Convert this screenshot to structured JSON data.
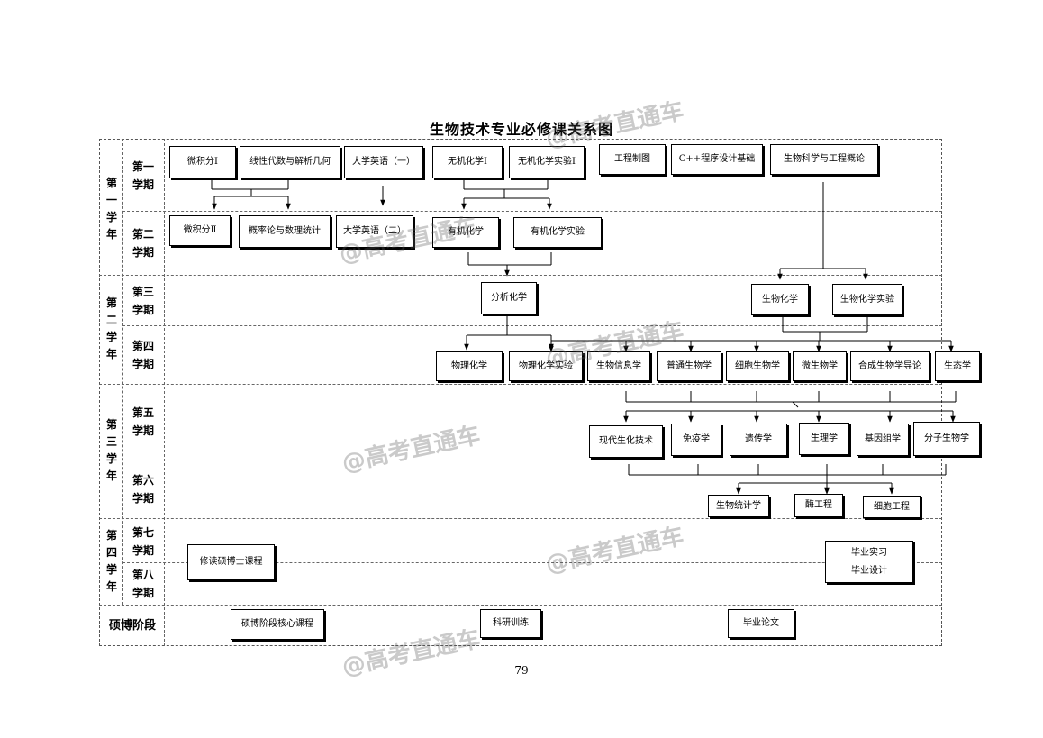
{
  "title": "生物技术专业必修课关系图",
  "page_number": "79",
  "watermark": "@高考直通车",
  "years": [
    {
      "chars": [
        "第",
        "一",
        "学",
        "年"
      ]
    },
    {
      "chars": [
        "第",
        "二",
        "学",
        "年"
      ]
    },
    {
      "chars": [
        "第",
        "三",
        "学",
        "年"
      ]
    },
    {
      "chars": [
        "第",
        "四",
        "学",
        "年"
      ]
    }
  ],
  "terms": [
    {
      "l1": "第一",
      "l2": "学期"
    },
    {
      "l1": "第二",
      "l2": "学期"
    },
    {
      "l1": "第三",
      "l2": "学期"
    },
    {
      "l1": "第四",
      "l2": "学期"
    },
    {
      "l1": "第五",
      "l2": "学期"
    },
    {
      "l1": "第六",
      "l2": "学期"
    },
    {
      "l1": "第七",
      "l2": "学期"
    },
    {
      "l1": "第八",
      "l2": "学期"
    }
  ],
  "stage_label": "硕博阶段",
  "courses": {
    "calc1": "微积分Ⅰ",
    "linalg": "线性代数与解析几何",
    "eng1": "大学英语（一）",
    "inorg": "无机化学Ⅰ",
    "inorg_lab": "无机化学实验Ⅰ",
    "drawing": "工程制图",
    "cpp": "C++程序设计基础",
    "bioeng_intro": "生物科学与工程概论",
    "calc2": "微积分Ⅱ",
    "prob": "概率论与数理统计",
    "eng2": "大学英语（二）",
    "org": "有机化学",
    "org_lab": "有机化学实验",
    "anal": "分析化学",
    "biochem": "生物化学",
    "biochem_lab": "生物化学实验",
    "physchem": "物理化学",
    "physchem_lab": "物理化学实验",
    "bioinfo": "生物信息学",
    "genbio": "普通生物学",
    "cellbio": "细胞生物学",
    "micro": "微生物学",
    "synbio": "合成生物学导论",
    "ecology": "生态学",
    "modern_biotech": "现代生化技术",
    "immuno": "免疫学",
    "genetics": "遗传学",
    "physio": "生理学",
    "genomics": "基因组学",
    "molbio": "分子生物学",
    "biostat": "生物统计学",
    "enzyme": "酶工程",
    "cell_eng": "细胞工程",
    "master_course": "修读硕博士课程",
    "internship": "毕业实习",
    "design": "毕业设计",
    "core_grad": "硕博阶段核心课程",
    "research": "科研训练",
    "thesis": "毕业论文"
  }
}
